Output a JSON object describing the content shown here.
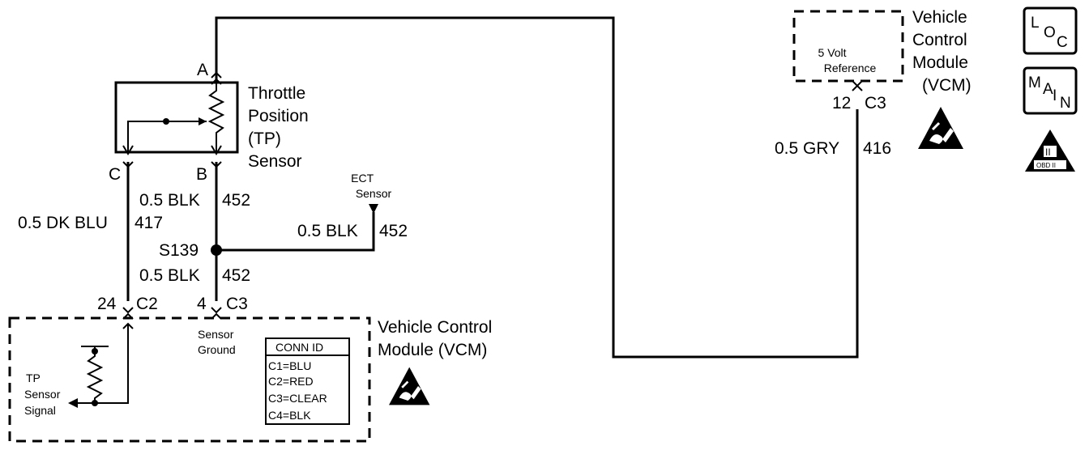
{
  "tp_sensor": {
    "name_lines": [
      "Throttle",
      "Position",
      "(TP)",
      "Sensor"
    ],
    "pin_a": "A",
    "pin_b": "B",
    "pin_c": "C"
  },
  "wires": {
    "dk_blu_color": "0.5 DK BLU",
    "dk_blu_circuit": "417",
    "blk_upper_color": "0.5 BLK",
    "blk_upper_circuit": "452",
    "blk_lower_color": "0.5 BLK",
    "blk_lower_circuit": "452",
    "blk_ect_color": "0.5 BLK",
    "blk_ect_circuit": "452",
    "gry_color": "0.5 GRY",
    "gry_circuit": "416"
  },
  "splice": {
    "label": "S139"
  },
  "ect_sensor": {
    "name_lines": [
      "ECT",
      "Sensor"
    ]
  },
  "vcm_lower": {
    "title_lines": [
      "Vehicle Control",
      "Module (VCM)"
    ],
    "pin_24": "24",
    "conn_c2": "C2",
    "pin_4": "4",
    "conn_c3": "C3",
    "sensor_ground_lines": [
      "Sensor",
      "Ground"
    ],
    "tp_signal_lines": [
      "TP",
      "Sensor",
      "Signal"
    ],
    "conn_id": {
      "header": "CONN ID",
      "rows": [
        "C1=BLU",
        "C2=RED",
        "C3=CLEAR",
        "C4=BLK"
      ]
    }
  },
  "vcm_upper": {
    "title_lines": [
      "Vehicle",
      "Control",
      "Module",
      "(VCM)"
    ],
    "ref_lines": [
      "5 Volt",
      "Reference"
    ],
    "pin_12": "12",
    "conn_c3": "C3"
  },
  "side_icons": {
    "loc": {
      "big": "L",
      "sub": "O",
      "sub2": "C"
    },
    "main": {
      "m": "M",
      "a": "A",
      "i": "I",
      "n": "N"
    },
    "obd": {
      "roman": "II",
      "label": "OBD II"
    }
  }
}
